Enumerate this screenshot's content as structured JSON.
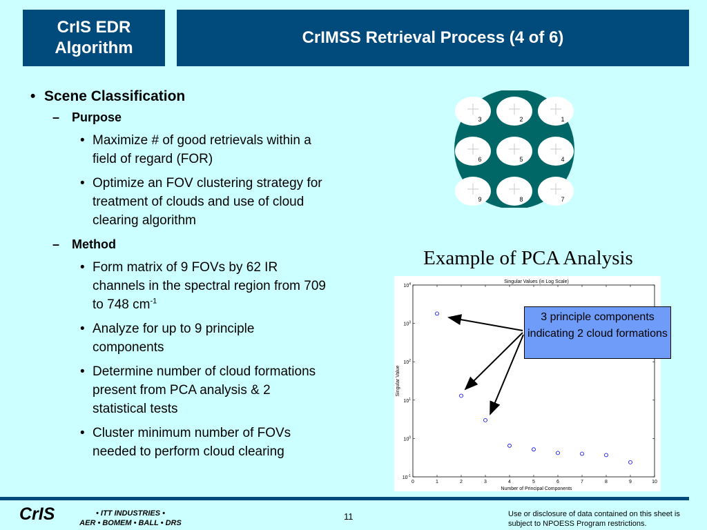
{
  "header": {
    "left_line1": "CrIS EDR",
    "left_line2": "Algorithm",
    "title": "CrIMSS Retrieval Process (4 of 6)"
  },
  "content": {
    "bullet1": "Scene Classification",
    "purpose": {
      "heading": "Purpose",
      "items": [
        "Maximize # of good retrievals within a field of regard (FOR)",
        "Optimize an FOV clustering strategy for treatment of clouds and use of cloud clearing algorithm"
      ]
    },
    "method": {
      "heading": "Method",
      "item1_text": "Form matrix of 9 FOVs by 62 IR channels in the spectral region from 709 to 748 cm",
      "item1_sup": "-1",
      "items": [
        "Analyze for up to 9 principle components",
        "Determine number of cloud formations present from PCA analysis & 2 statistical tests",
        "Cluster minimum number of FOVs needed to perform cloud clearing"
      ]
    }
  },
  "fov_diagram": {
    "labels": [
      "3",
      "2",
      "1",
      "6",
      "5",
      "4",
      "9",
      "8",
      "7"
    ],
    "colors": {
      "disk": "#006666",
      "fov": "#ffffff",
      "cross": "#c8c8c8"
    }
  },
  "pca_title": "Example of PCA Analysis",
  "callout": "3 principle components indicating 2 cloud formations",
  "chart_data": {
    "type": "scatter",
    "title": "Singular Values (in Log Scale)",
    "xlabel": "Number of Principal Components",
    "ylabel": "Singular Value",
    "x": [
      1,
      2,
      3,
      4,
      5,
      6,
      7,
      8,
      9
    ],
    "y": [
      1800,
      13,
      3,
      0.65,
      0.52,
      0.42,
      0.4,
      0.37,
      0.24
    ],
    "xlim": [
      0,
      10
    ],
    "ylim": [
      0.1,
      10000
    ],
    "yscale": "log",
    "xticks": [
      "0",
      "1",
      "2",
      "3",
      "4",
      "5",
      "6",
      "7",
      "8",
      "9",
      "10"
    ],
    "yticks": [
      "-1",
      "0",
      "1",
      "2",
      "3",
      "4"
    ],
    "ytick_base": "10",
    "marker_color": "#0000ff"
  },
  "footer": {
    "logo": "CrIS",
    "sponsors_line1": "• ITT INDUSTRIES •",
    "sponsors_line2": "AER • BOMEM • BALL • DRS",
    "page": "11",
    "notice": "Use or disclosure of data contained on this sheet is subject to NPOESS Program restrictions."
  }
}
